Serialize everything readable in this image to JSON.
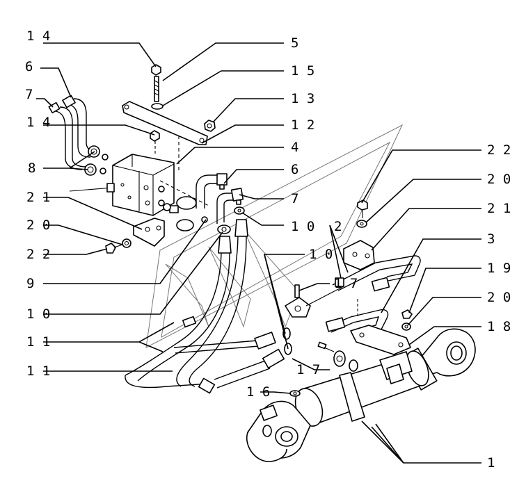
{
  "callouts": {
    "c14a": "1 4",
    "c5": "5",
    "c6a": "6",
    "c15": "1 5",
    "c7a": "7",
    "c13": "1 3",
    "c14b": "1 4",
    "c12": "1 2",
    "c4": "4",
    "c8": "8",
    "c6b": "6",
    "c22a": "2 2",
    "c21a": "2 1",
    "c7b": "7",
    "c20a": "2 0",
    "c20b": "2 0",
    "c10a": "1 0",
    "c2": "2",
    "c21b": "2 1",
    "c22b": "2 2",
    "c3": "3",
    "c9": "9",
    "c10b": "1 0",
    "c17a": "1 7",
    "c19": "1 9",
    "c10c": "1 0",
    "c20c": "2 0",
    "c18": "1 8",
    "c11a": "1 1",
    "c17b": "1 7",
    "c11b": "1 1",
    "c16": "1 6",
    "c1": "1"
  }
}
